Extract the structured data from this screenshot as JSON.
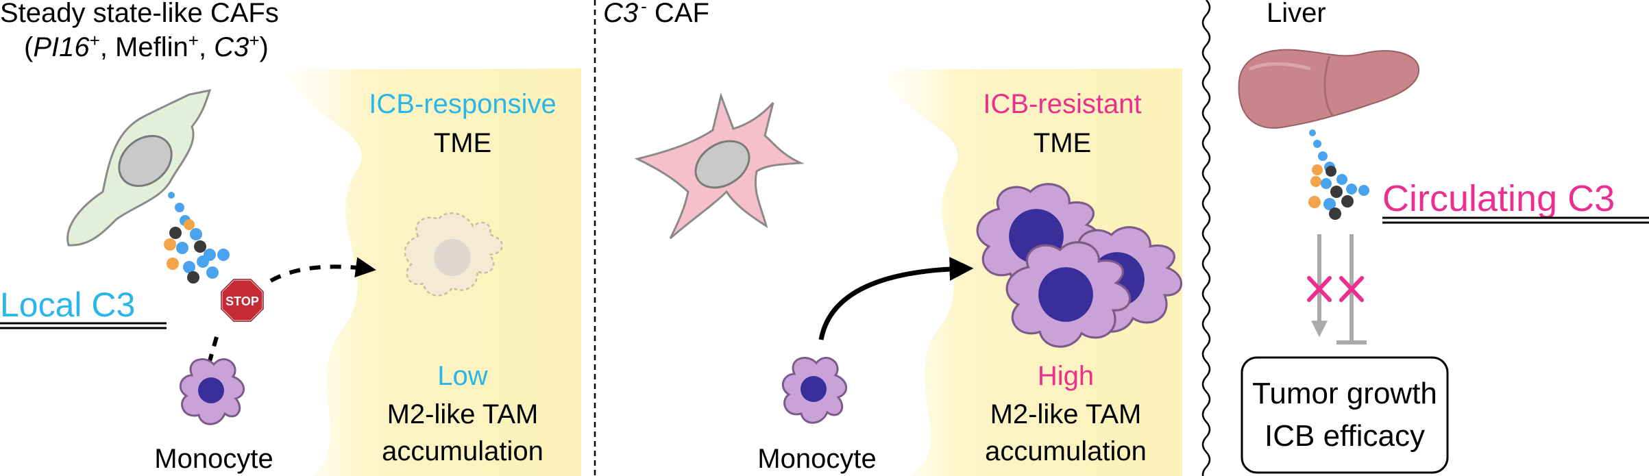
{
  "panel1": {
    "title_line1": "Steady state-like CAFs",
    "title_open": "(",
    "pi16": "PI16",
    "plus1": "+",
    "meflin": ", Meflin",
    "plus2": "+",
    "sep": ", ",
    "c3": "C3",
    "plus3": "+",
    "title_close": ")",
    "tme_line1": "ICB-responsive",
    "tme_line2": "TME",
    "local_c3": "Local C3",
    "stop": "STOP",
    "monocyte": "Monocyte",
    "level": "Low",
    "tam_line1": "M2-like TAM",
    "tam_line2": "accumulation"
  },
  "panel2": {
    "title_c3": "C3",
    "title_minus": "-",
    "title_caf": " CAF",
    "tme_line1": "ICB-resistant",
    "tme_line2": "TME",
    "monocyte": "Monocyte",
    "level": "High",
    "tam_line1": "M2-like TAM",
    "tam_line2": "accumulation"
  },
  "panel3": {
    "liver": "Liver",
    "circulating_c3": "Circulating C3",
    "box_line1": "Tumor growth",
    "box_line2": "ICB efficacy"
  },
  "colors": {
    "cyan": "#29b6e8",
    "magenta": "#ec2e8e",
    "tme_bg": "#fdf6c6",
    "caf_green": "#e4efd9",
    "caf_pink": "#f5bfcb",
    "tam_purple": "#c9a2d8",
    "nucleus": "#3a2f9a",
    "liver": "#c9868a",
    "dot_blue": "#4aa3ee",
    "dot_orange": "#f3a34a",
    "dot_dark": "#3a3a3a"
  }
}
